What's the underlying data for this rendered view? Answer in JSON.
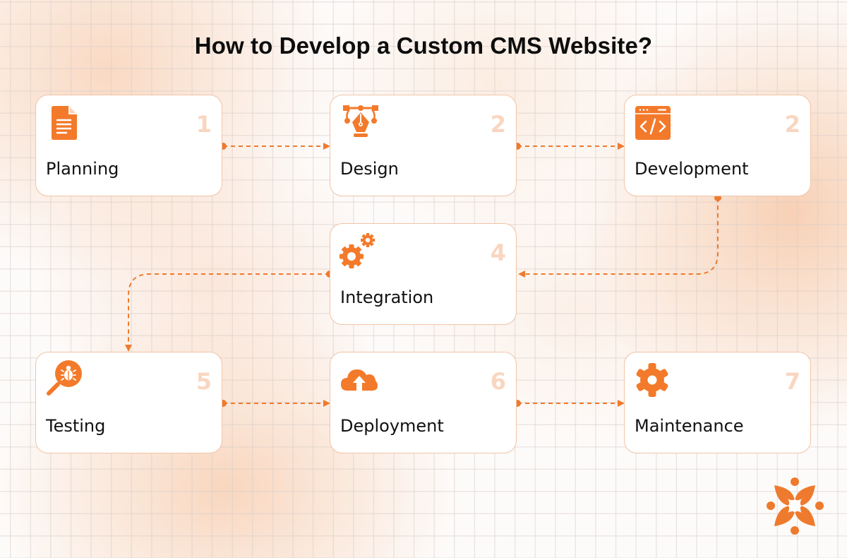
{
  "title": "How to Develop a Custom CMS Website?",
  "accent_color": "#F37A2A",
  "number_color": "#F9D6C0",
  "steps": [
    {
      "number": "1",
      "label": "Planning",
      "icon": "document-icon"
    },
    {
      "number": "2",
      "label": "Design",
      "icon": "pen-tool-icon"
    },
    {
      "number": "2",
      "label": "Development",
      "icon": "code-window-icon"
    },
    {
      "number": "4",
      "label": "Integration",
      "icon": "gears-icon"
    },
    {
      "number": "5",
      "label": "Testing",
      "icon": "bug-search-icon"
    },
    {
      "number": "6",
      "label": "Deployment",
      "icon": "cloud-upload-icon"
    },
    {
      "number": "7",
      "label": "Maintenance",
      "icon": "gear-icon"
    }
  ],
  "flow": [
    {
      "from": "Planning",
      "to": "Design"
    },
    {
      "from": "Design",
      "to": "Development"
    },
    {
      "from": "Development",
      "to": "Integration"
    },
    {
      "from": "Integration",
      "to": "Testing"
    },
    {
      "from": "Testing",
      "to": "Deployment"
    },
    {
      "from": "Deployment",
      "to": "Maintenance"
    }
  ],
  "logo": "brand-logo-icon"
}
